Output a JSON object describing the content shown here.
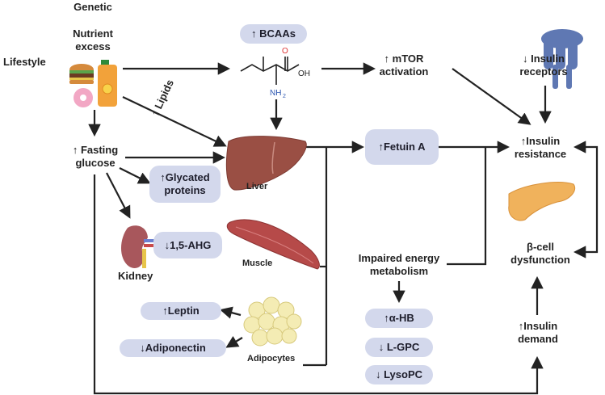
{
  "labels": {
    "genetic": "Genetic",
    "nutrient_excess": [
      "Nutrient",
      "excess"
    ],
    "lifestyle": "Lifestyle",
    "fasting_glucose": [
      "↑ Fasting",
      "glucose"
    ],
    "lipids": "↑ Lipids",
    "liver": "Liver",
    "kidney": "Kidney",
    "muscle": "Muscle",
    "adipocytes": "Adipocytes",
    "mtor": [
      "↑ mTOR",
      "activation"
    ],
    "insulin_receptors": [
      "↓ Insulin",
      "receptors"
    ],
    "insulin_resistance": [
      "↑Insulin",
      "resistance"
    ],
    "impaired_energy": [
      "Impaired energy",
      "metabolism"
    ],
    "beta_cell": [
      "β-cell",
      "dysfunction"
    ],
    "insulin_demand": [
      "↑Insulin",
      "demand"
    ]
  },
  "pills": {
    "bcaas": "↑ BCAAs",
    "glycated": [
      "↑Glycated",
      "proteins"
    ],
    "ahg": "↓1,5-AHG",
    "fetuin": "↑Fetuin A",
    "leptin": "↑Leptin",
    "adiponectin": "↓Adiponectin",
    "ahb": "↑α-HB",
    "lgpc": "↓ L-GPC",
    "lysopc": "↓ LysoPC"
  },
  "molecule": {
    "oxygen": "O",
    "hydroxyl": "OH",
    "amine": "NH",
    "amine_subscript": "2"
  },
  "colors": {
    "pill_fill": "#d3d8ec",
    "arrow": "#222222",
    "liver": "#9a4f44",
    "muscle": "#b64a49",
    "pancreas": "#f0b25c",
    "receptor": "#5f78b3",
    "kidney": "#a8575c",
    "adipocyte": "#f4ecb4"
  }
}
